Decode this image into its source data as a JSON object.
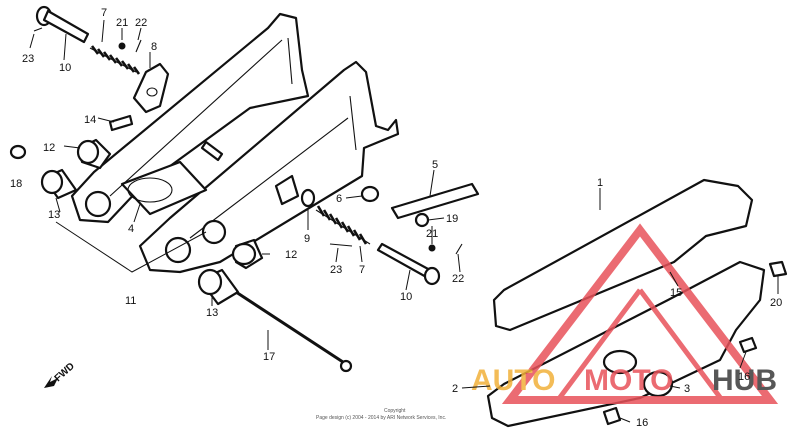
{
  "diagram": {
    "callouts": [
      "1",
      "2",
      "3",
      "4",
      "5",
      "6",
      "7",
      "7",
      "8",
      "9",
      "10",
      "10",
      "11",
      "12",
      "12",
      "13",
      "13",
      "14",
      "15",
      "16",
      "16",
      "17",
      "18",
      "19",
      "20",
      "21",
      "21",
      "22",
      "22",
      "23",
      "23"
    ],
    "direction_label": "FWD",
    "copyright_line1": "Copyright",
    "copyright_line2": "Page design (c) 2004 - 2014 by ARI Network Services, Inc.",
    "watermark": {
      "brand_auto": "AUTO",
      "brand_moto": "MOTO",
      "brand_hub": "HUB",
      "colors": {
        "triangle": "#e8525a",
        "auto": "#f2b13a",
        "moto": "#e8525a",
        "hub": "#3a3a3a"
      }
    }
  }
}
